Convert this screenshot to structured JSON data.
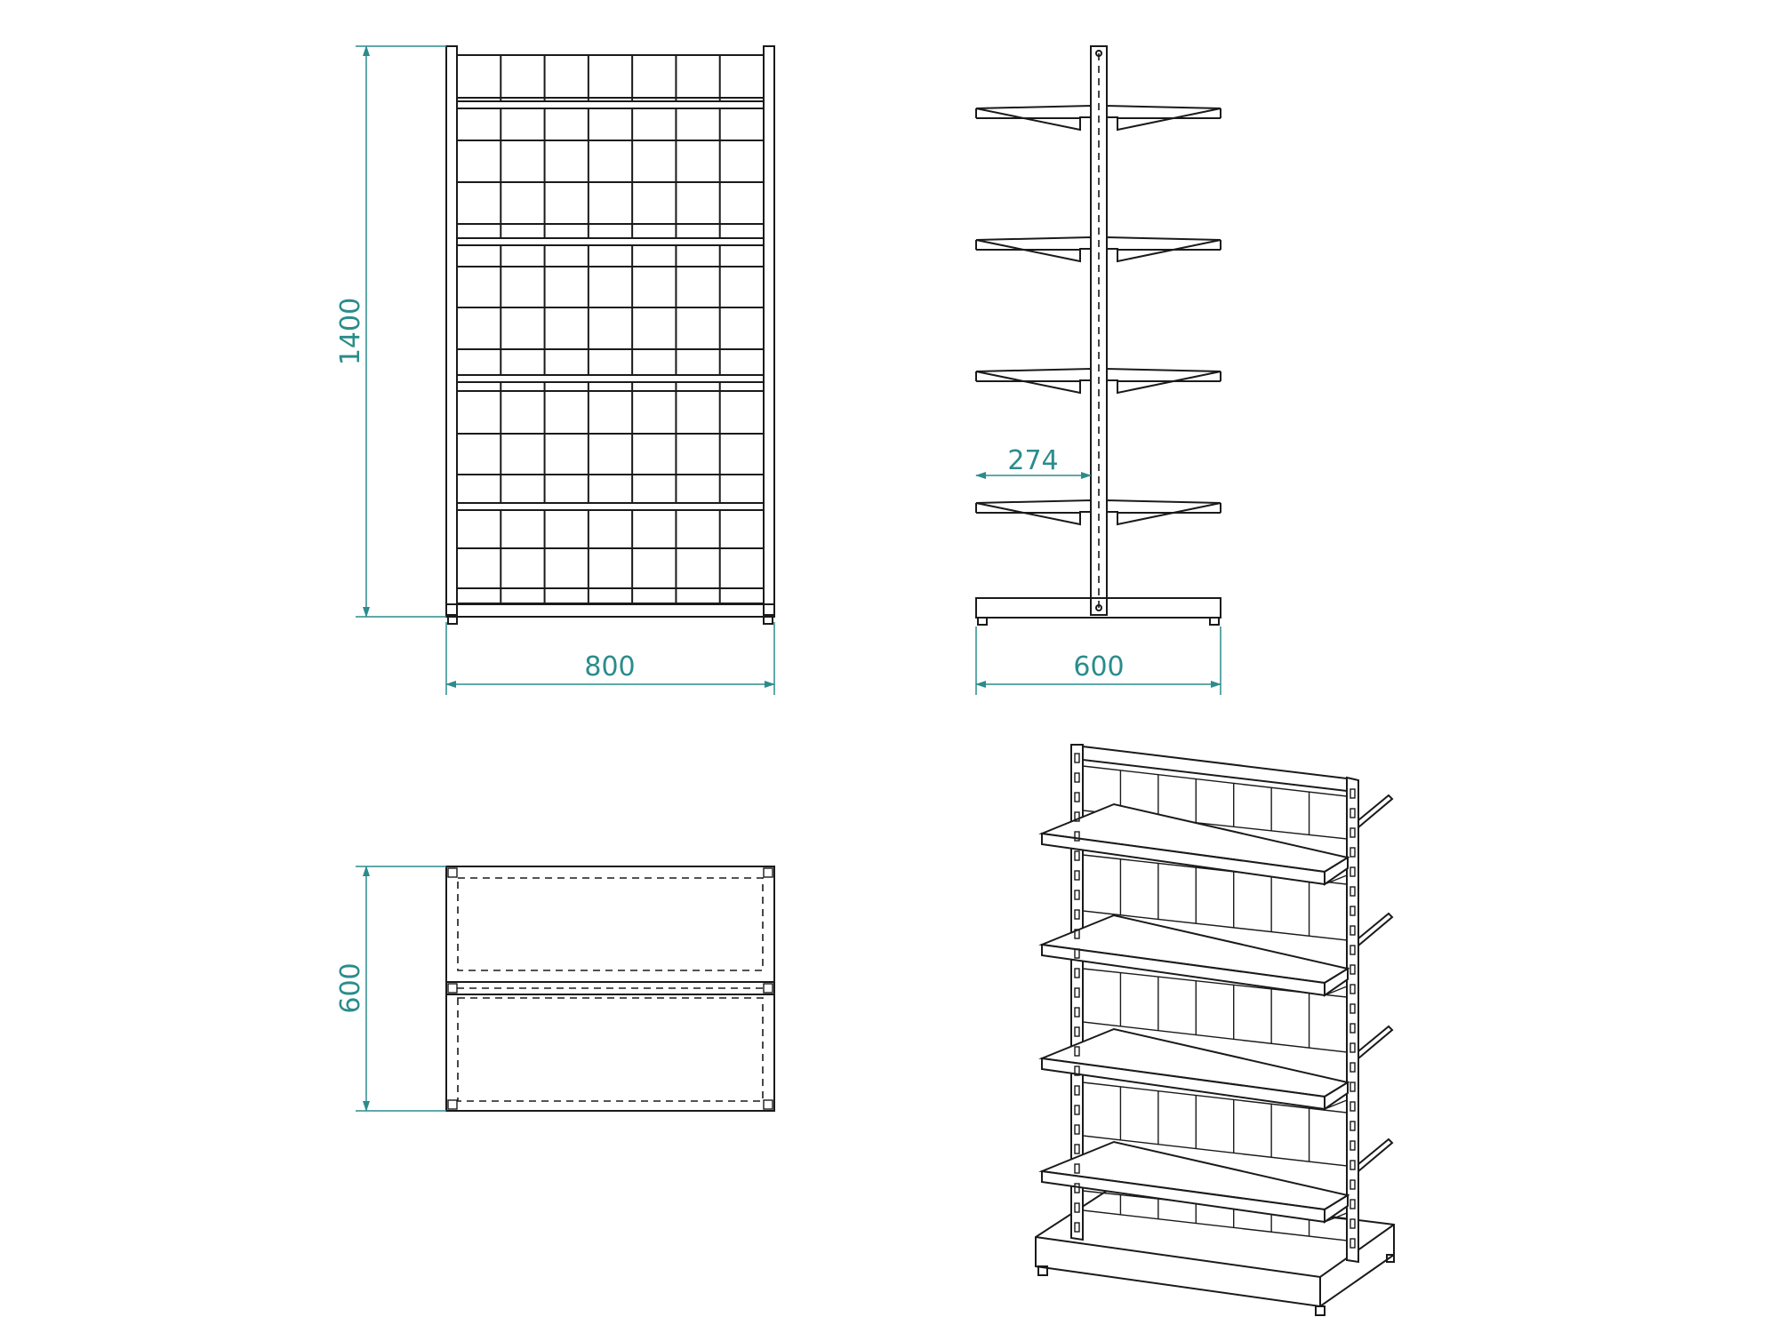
{
  "colors": {
    "dimension": "#2b8c8c",
    "line": "#1a1a1a"
  },
  "dimensions": {
    "front_height": "1400",
    "front_width": "800",
    "side_width": "600",
    "shelf_depth": "274",
    "top_depth": "600"
  },
  "views": {
    "front": {
      "grid_columns": 7
    },
    "side": {
      "shelf_count": 4
    },
    "iso": {
      "shelf_count": 4
    }
  }
}
